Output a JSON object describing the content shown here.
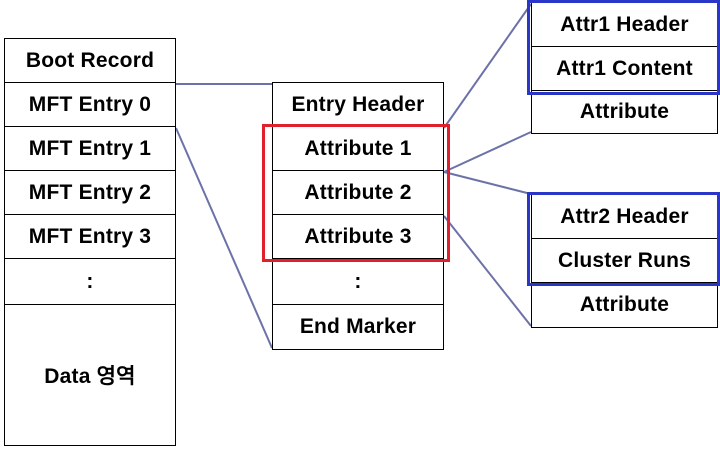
{
  "mft_table": [
    "Boot Record",
    "MFT Entry 0",
    "MFT Entry 1",
    "MFT Entry 2",
    "MFT Entry 3",
    ":",
    "Data 영역"
  ],
  "entry": [
    "Entry Header",
    "Attribute 1",
    "Attribute 2",
    "Attribute 3",
    ":",
    "End Marker"
  ],
  "attr1": [
    "Attr1 Header",
    "Attr1 Content",
    "Attribute"
  ],
  "attr2": [
    "Attr2 Header",
    "Cluster Runs",
    "Attribute"
  ],
  "colors": {
    "line": "#6c72a8",
    "red_highlight": "#e0202a",
    "blue_highlight": "#2a36c8"
  }
}
